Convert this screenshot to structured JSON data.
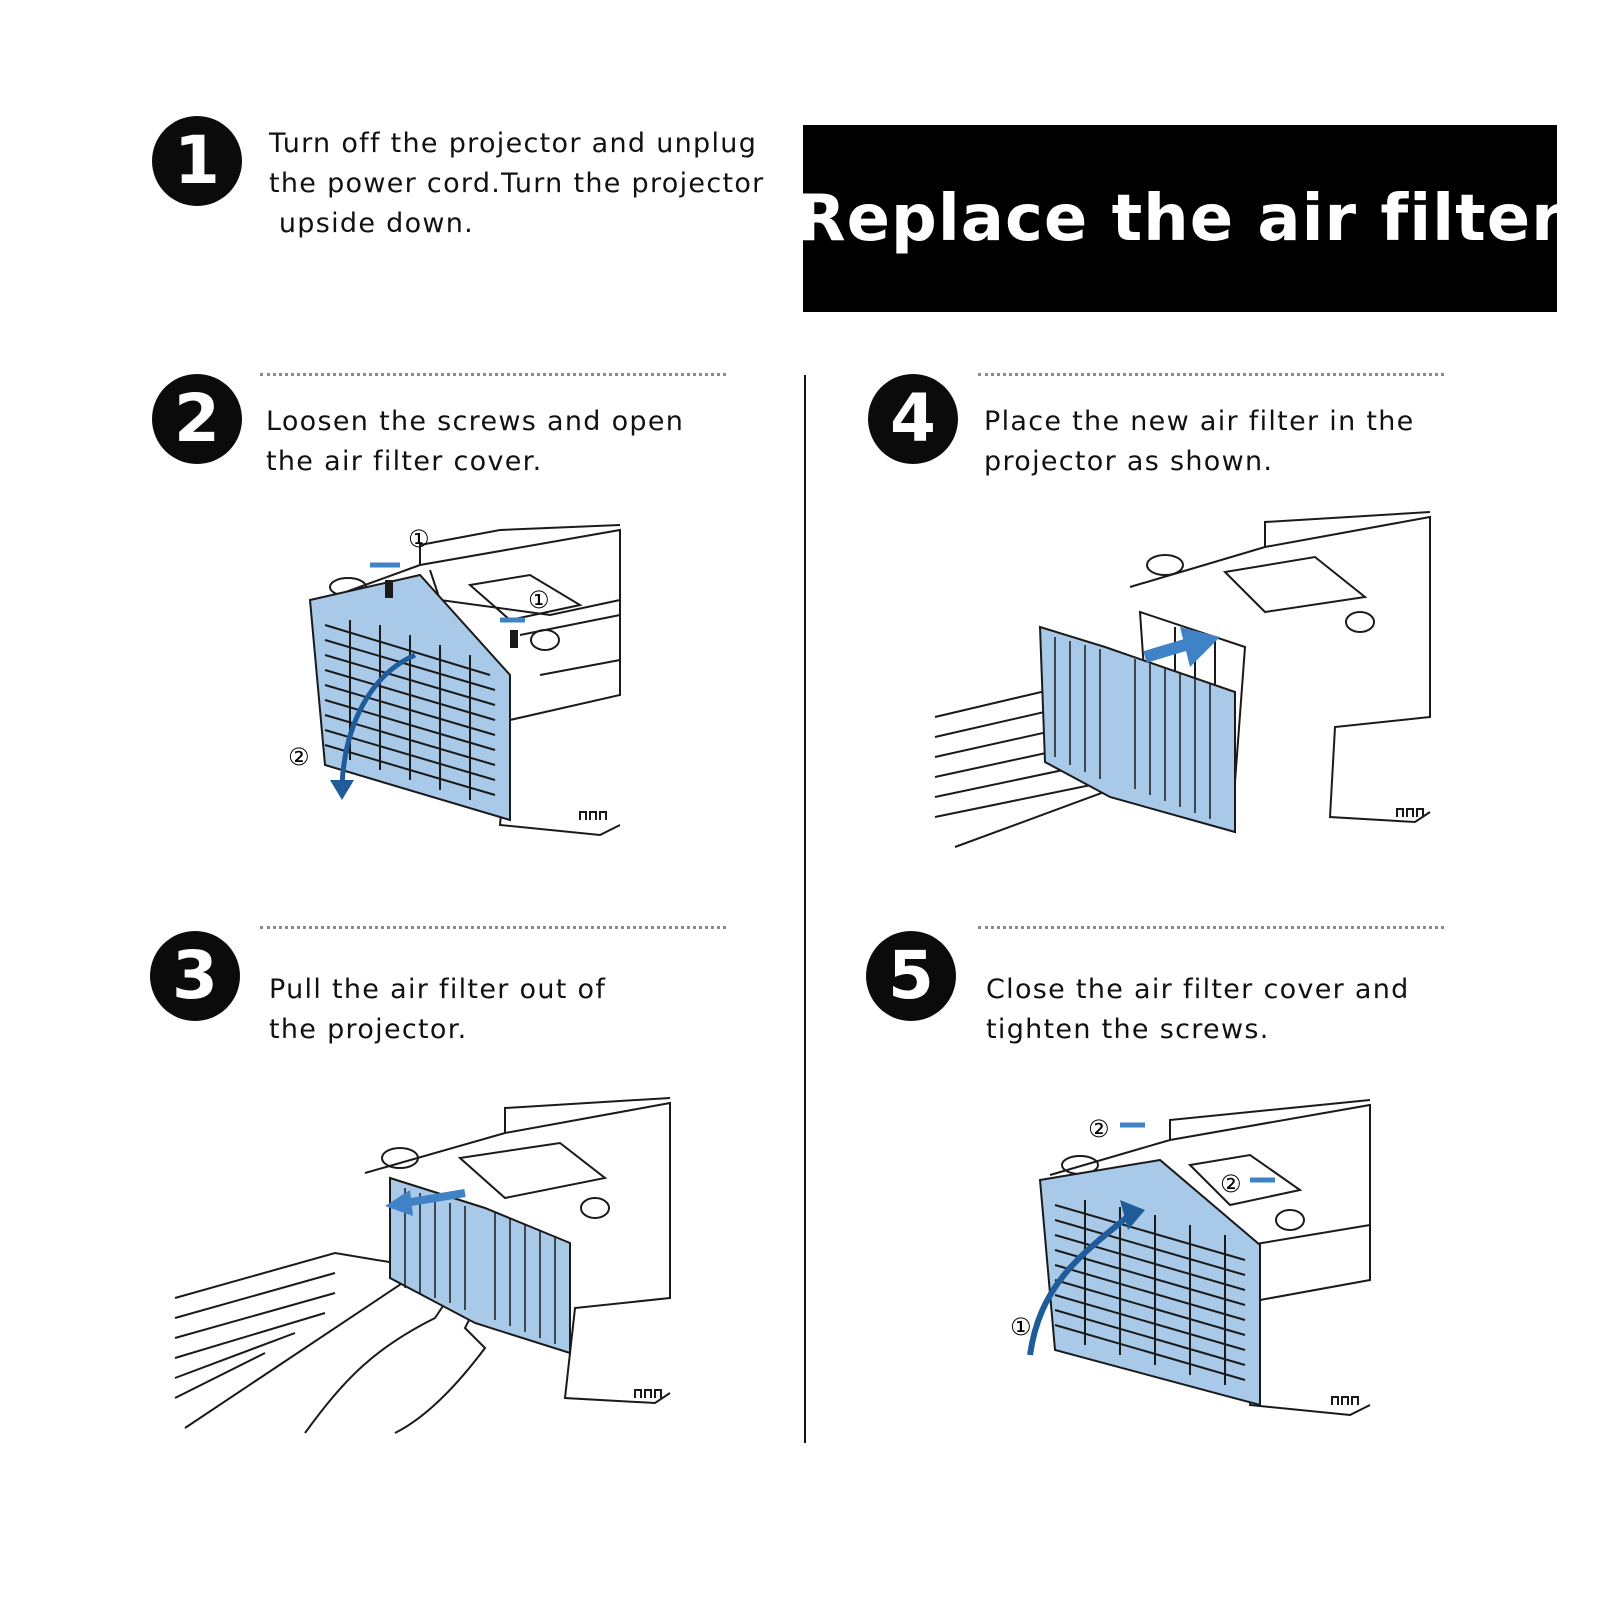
{
  "title": "Replace the air filter",
  "steps": [
    {
      "number": "1",
      "lines": [
        "Turn off the projector and unplug",
        "the power cord.Turn the projector",
        " upside down."
      ]
    },
    {
      "number": "2",
      "lines": [
        "Loosen the screws and open",
        "the air filter cover."
      ],
      "callouts": [
        "①",
        "①",
        "②"
      ]
    },
    {
      "number": "3",
      "lines": [
        "Pull the air filter out of",
        "the projector."
      ]
    },
    {
      "number": "4",
      "lines": [
        "Place the new air filter in the",
        "projector as shown."
      ]
    },
    {
      "number": "5",
      "lines": [
        "Close the air filter cover and",
        "tighten the screws."
      ],
      "callouts": [
        "②",
        "②",
        "①"
      ]
    }
  ],
  "colors": {
    "filter_blue": "#a9c9e8",
    "arrow_blue": "#3f83c6",
    "line": "#1a1a1a"
  }
}
